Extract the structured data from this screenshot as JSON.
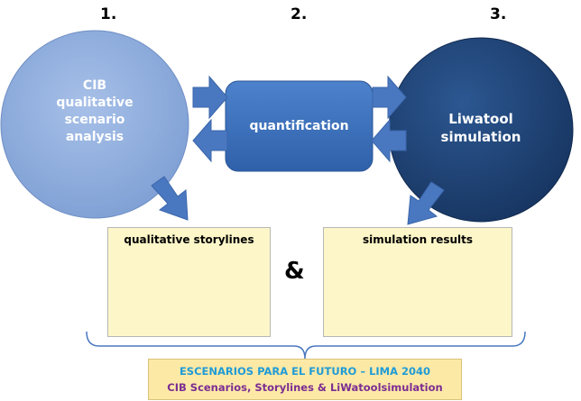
{
  "steps": [
    {
      "number": "1.",
      "label_lines": [
        "CIB",
        "qualitative",
        "scenario",
        "analysis"
      ]
    },
    {
      "number": "2.",
      "label": "quantification"
    },
    {
      "number": "3.",
      "label_lines": [
        "Liwatool",
        "simulation"
      ]
    }
  ],
  "panels": {
    "storylines": {
      "title": "qualitative storylines"
    },
    "results": {
      "title": "simulation results"
    },
    "connector": "&"
  },
  "footer": {
    "line1": "ESCENARIOS PARA EL FUTURO – LIMA 2040",
    "line2": "CIB Scenarios, Storylines & LiWatoolsimulation"
  },
  "colors": {
    "circle_1": "#8eaadc",
    "box_2": "#3c6fb8",
    "circle_3": "#1f3f6e",
    "arrow": "#4a78c0",
    "panel_bg": "#fdf6c8",
    "footer_bg": "#fde9a6",
    "footer_line1": "#1f9bd6",
    "footer_line2": "#7b2d92"
  }
}
